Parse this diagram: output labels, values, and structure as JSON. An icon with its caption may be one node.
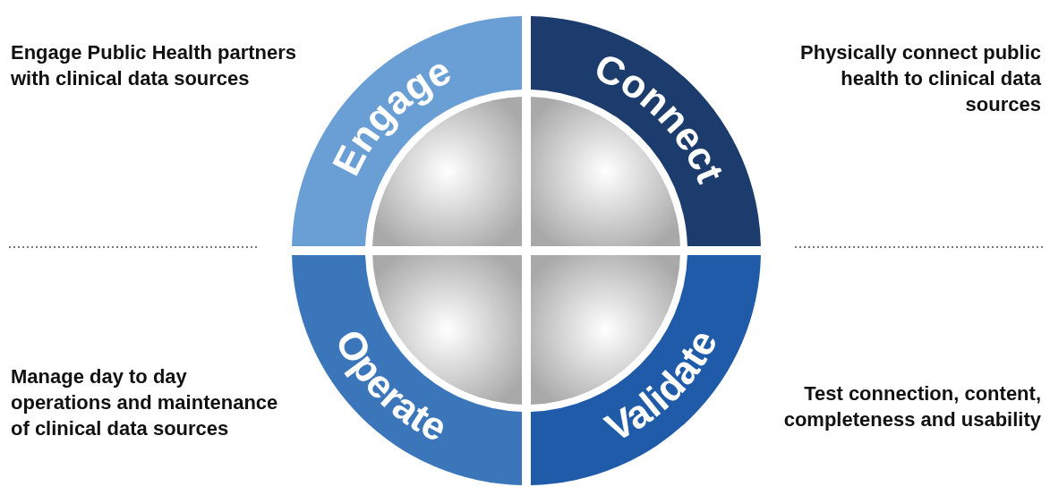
{
  "diagram": {
    "nodes": [
      {
        "text": [
          "Engage"
        ]
      },
      {
        "text": [
          "Connect"
        ]
      },
      {
        "text": [
          "Operate"
        ]
      },
      {
        "text": [
          "Validate"
        ]
      }
    ],
    "labels": [
      "Engage Public Health partners with clinical data sources",
      "Physically connect public health to clinical data sources",
      "Manage day to day operations and maintenance of clinical data sources",
      "Test connection, content, completeness and usability"
    ]
  }
}
